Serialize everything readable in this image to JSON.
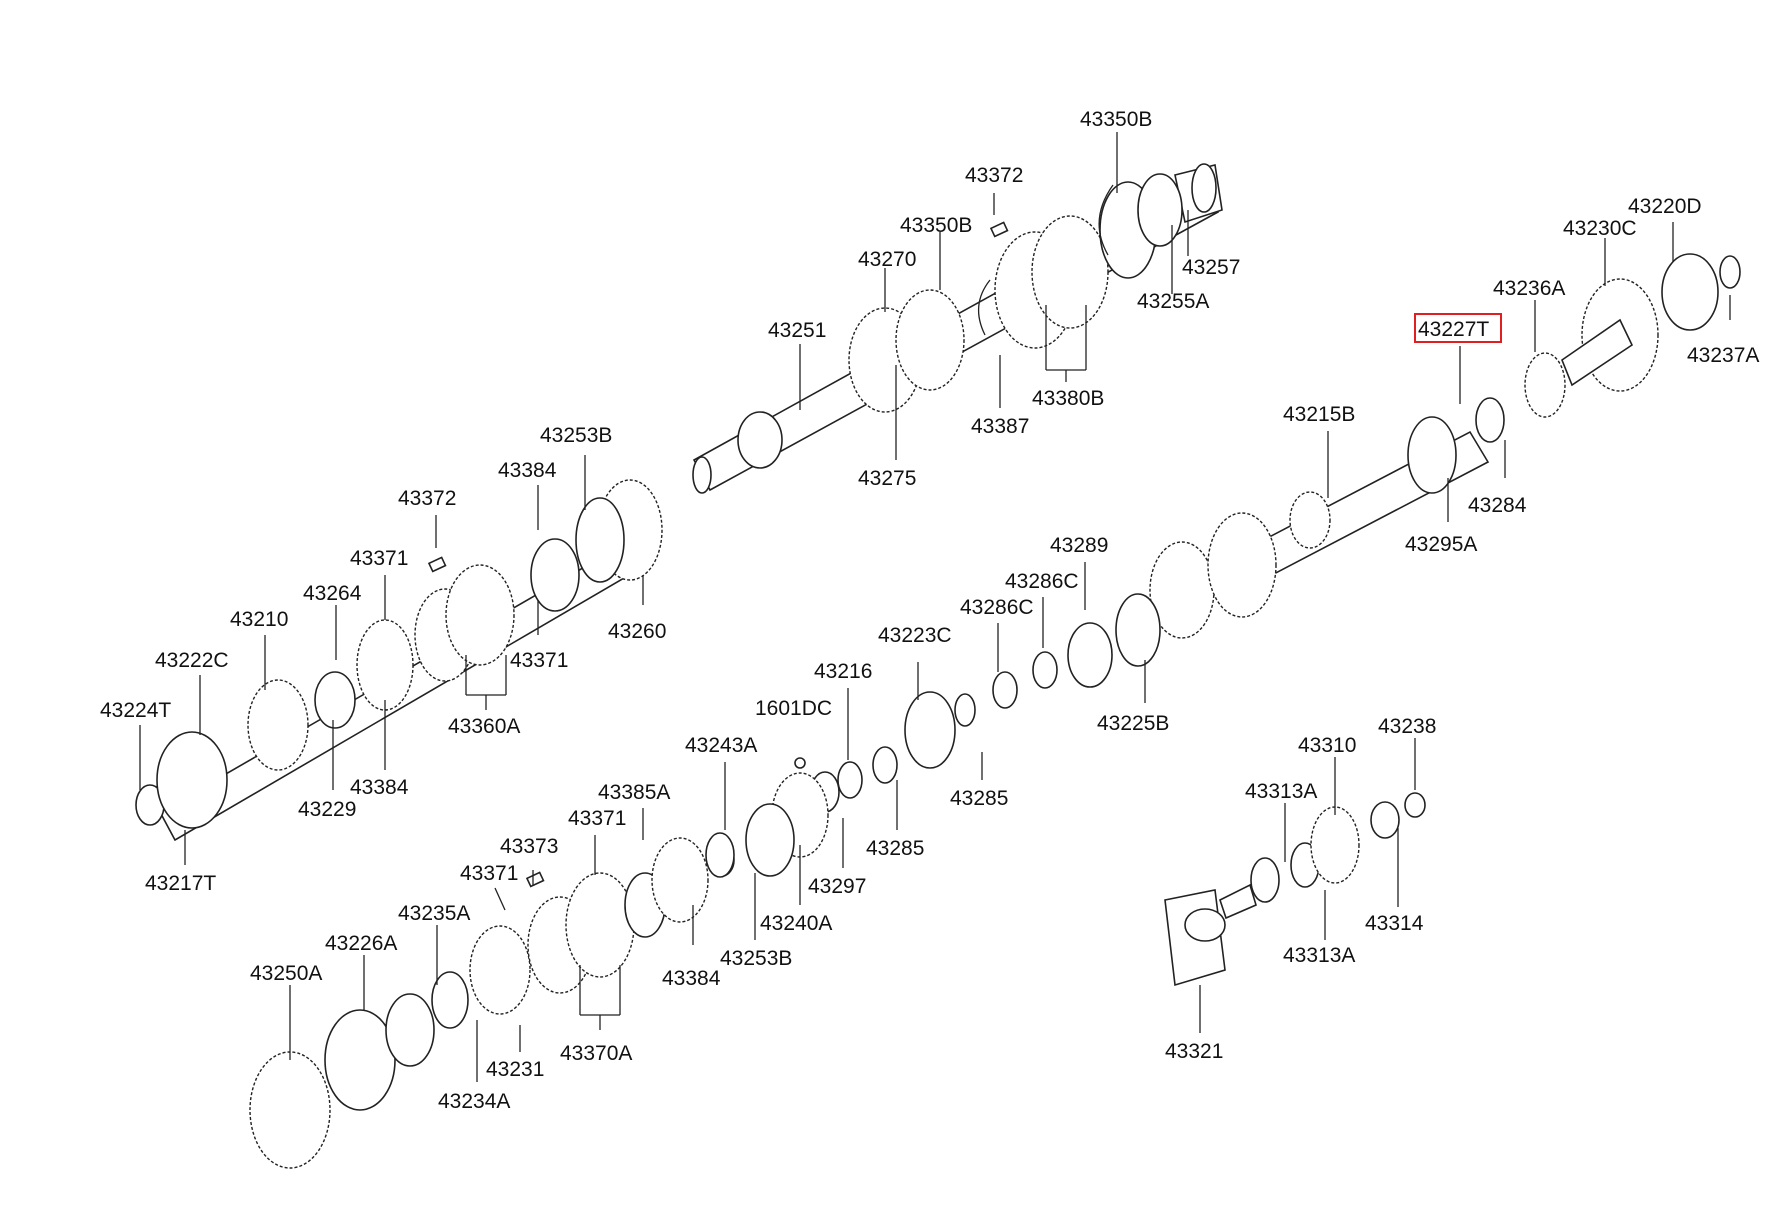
{
  "diagram": {
    "highlight_color": "#e02020",
    "highlighted_part": "43227T",
    "parts": [
      "43350B",
      "43372",
      "43350B",
      "43270",
      "43257",
      "43255A",
      "43251",
      "43387",
      "43380B",
      "43275",
      "43220D",
      "43230C",
      "43236A",
      "43227T",
      "43237A",
      "43215B",
      "43284",
      "43295A",
      "43253B",
      "43384",
      "43372",
      "43371",
      "43260",
      "43264",
      "43371",
      "43210",
      "43360A",
      "43222C",
      "43224T",
      "43384",
      "43229",
      "43217T",
      "43289",
      "43286C",
      "43286C",
      "43223C",
      "43216",
      "1601DC",
      "43225B",
      "43243A",
      "43285",
      "43285",
      "43385A",
      "43371",
      "43373",
      "43371",
      "43297",
      "43240A",
      "43253B",
      "43384",
      "43235A",
      "43226A",
      "43250A",
      "43370A",
      "43231",
      "43234A",
      "43310",
      "43238",
      "43313A",
      "43314",
      "43313A",
      "43321"
    ]
  }
}
